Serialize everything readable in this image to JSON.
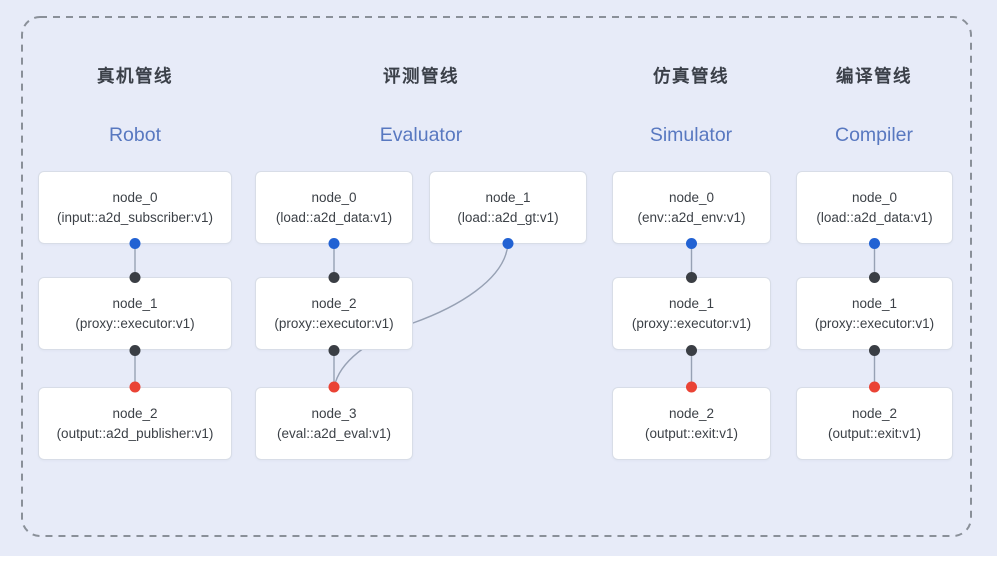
{
  "pipelines": [
    {
      "title_zh": "真机管线",
      "title_en": "Robot",
      "nodes": [
        {
          "name": "node_0",
          "type": "(input::a2d_subscriber:v1)"
        },
        {
          "name": "node_1",
          "type": "(proxy::executor:v1)"
        },
        {
          "name": "node_2",
          "type": "(output::a2d_publisher:v1)"
        }
      ],
      "connections": [
        {
          "from": "node_0",
          "to": "node_1"
        },
        {
          "from": "node_1",
          "to": "node_2"
        }
      ]
    },
    {
      "title_zh": "评测管线",
      "title_en": "Evaluator",
      "nodes": [
        {
          "name": "node_0",
          "type": "(load::a2d_data:v1)"
        },
        {
          "name": "node_1",
          "type": "(load::a2d_gt:v1)"
        },
        {
          "name": "node_2",
          "type": "(proxy::executor:v1)"
        },
        {
          "name": "node_3",
          "type": "(eval::a2d_eval:v1)"
        }
      ],
      "connections": [
        {
          "from": "node_0",
          "to": "node_2"
        },
        {
          "from": "node_1",
          "to": "node_3"
        },
        {
          "from": "node_2",
          "to": "node_3"
        }
      ]
    },
    {
      "title_zh": "仿真管线",
      "title_en": "Simulator",
      "nodes": [
        {
          "name": "node_0",
          "type": "(env::a2d_env:v1)"
        },
        {
          "name": "node_1",
          "type": "(proxy::executor:v1)"
        },
        {
          "name": "node_2",
          "type": "(output::exit:v1)"
        }
      ],
      "connections": [
        {
          "from": "node_0",
          "to": "node_1"
        },
        {
          "from": "node_1",
          "to": "node_2"
        }
      ]
    },
    {
      "title_zh": "编译管线",
      "title_en": "Compiler",
      "nodes": [
        {
          "name": "node_0",
          "type": "(load::a2d_data:v1)"
        },
        {
          "name": "node_1",
          "type": "(proxy::executor:v1)"
        },
        {
          "name": "node_2",
          "type": "(output::exit:v1)"
        }
      ],
      "connections": [
        {
          "from": "node_0",
          "to": "node_1"
        },
        {
          "from": "node_1",
          "to": "node_2"
        }
      ]
    }
  ],
  "colors": {
    "background": "#e7ebf8",
    "node_background": "#ffffff",
    "node_border": "#d8dde7",
    "node_text": "#3c4147",
    "heading_zh": "#3b4049",
    "heading_en": "#5878c0",
    "dot_blue": "#2262d3",
    "dot_dark": "#3a3e44",
    "dot_red": "#ea4335",
    "edge": "#97a1b4",
    "dashed_border": "#8a9099"
  }
}
